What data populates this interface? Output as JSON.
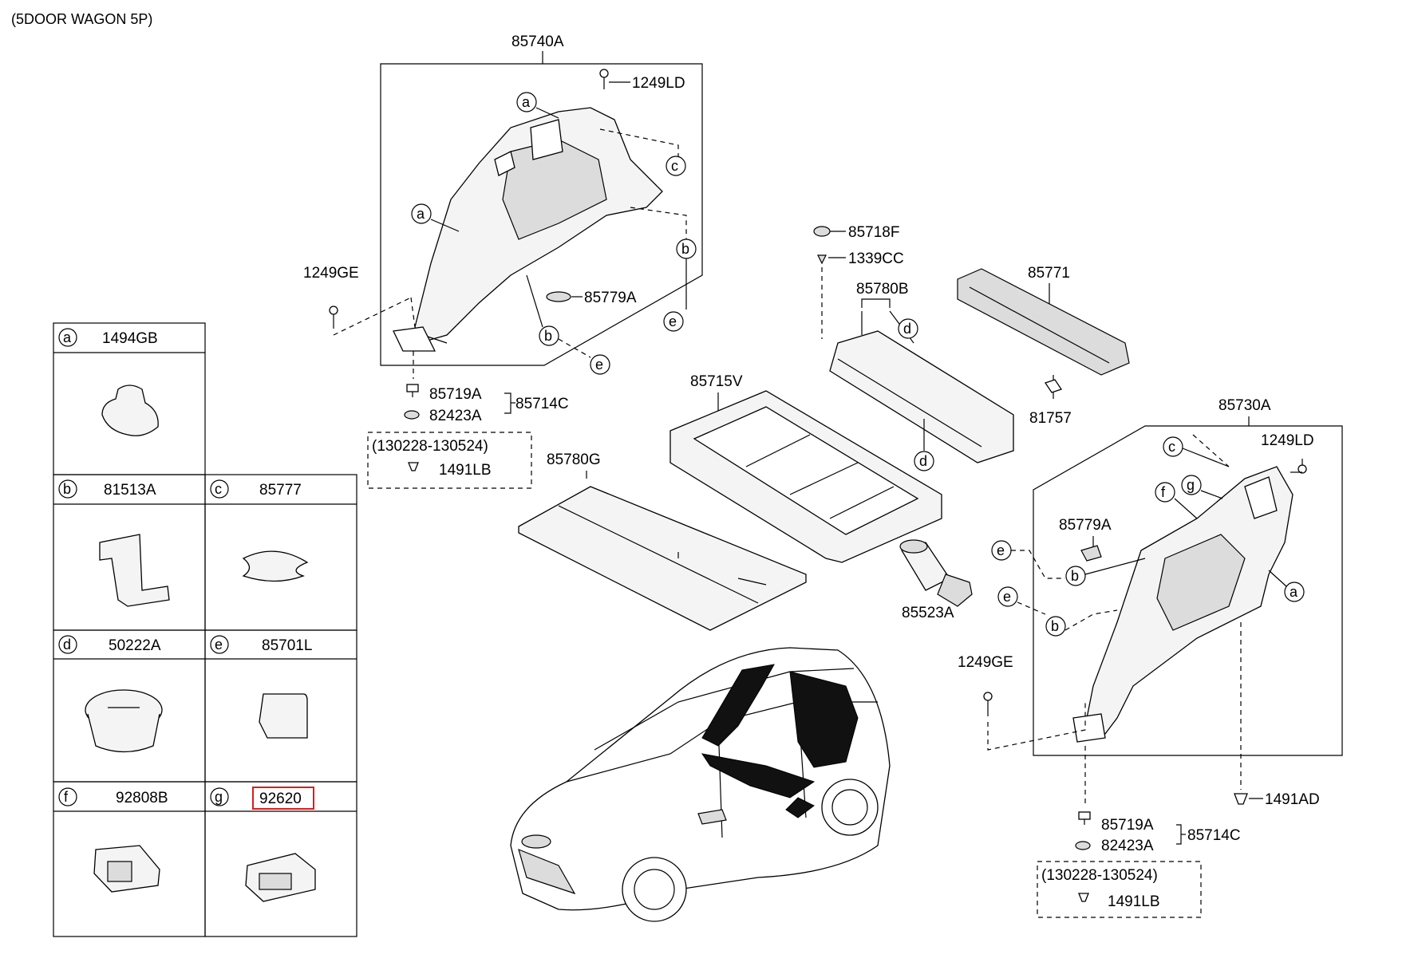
{
  "header": {
    "variant": "(5DOOR WAGON 5P)"
  },
  "callouts": {
    "a": "a",
    "b": "b",
    "c": "c",
    "d": "d",
    "e": "e",
    "f": "f",
    "g": "g"
  },
  "legend": {
    "a": {
      "letter": "a",
      "part": "1494GB"
    },
    "b": {
      "letter": "b",
      "part": "81513A"
    },
    "c": {
      "letter": "c",
      "part": "85777"
    },
    "d": {
      "letter": "d",
      "part": "50222A"
    },
    "e": {
      "letter": "e",
      "part": "85701L"
    },
    "f": {
      "letter": "f",
      "part": "92808B"
    },
    "g": {
      "letter": "g",
      "part": "92620",
      "highlighted": true
    }
  },
  "parts": {
    "p85740A": "85740A",
    "p1249LD_left": "1249LD",
    "p85779A_left": "85779A",
    "p1249GE_left": "1249GE",
    "p85719A_left": "85719A",
    "p82423A_left": "82423A",
    "p85714C_left": "85714C",
    "date_range_left": "(130228-130524)",
    "p1491LB_left": "1491LB",
    "p85718F": "85718F",
    "p1339CC": "1339CC",
    "p85780B": "85780B",
    "p85771": "85771",
    "p81757": "81757",
    "p85715V": "85715V",
    "p85780G": "85780G",
    "p85523A": "85523A",
    "p85730A": "85730A",
    "p1249LD_right": "1249LD",
    "p85779A_right": "85779A",
    "p1249GE_right": "1249GE",
    "p1491AD": "1491AD",
    "p85719A_right": "85719A",
    "p82423A_right": "82423A",
    "p85714C_right": "85714C",
    "date_range_right": "(130228-130524)",
    "p1491LB_right": "1491LB"
  },
  "highlight_color": "#d81e1e"
}
